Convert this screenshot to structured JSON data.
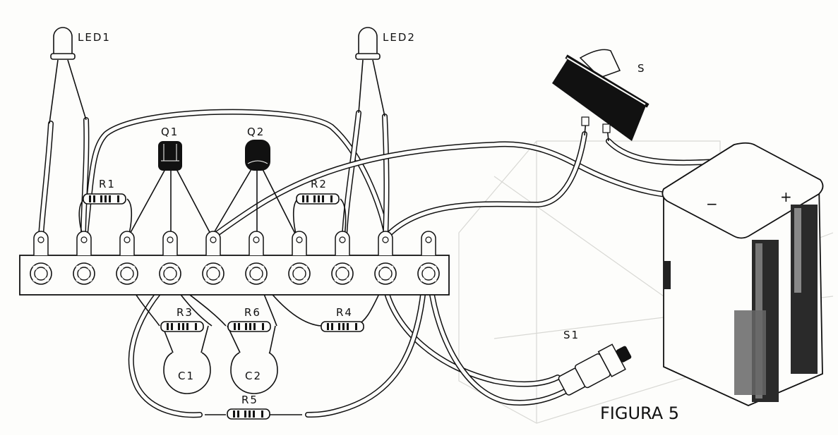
{
  "figure": {
    "caption": "FIGURA 5",
    "colors": {
      "ink": "#111111",
      "paper": "#fdfdfb",
      "ghost": "#d8d8d4"
    }
  },
  "components": {
    "led1": "LED1",
    "led2": "LED2",
    "switch_s": "S",
    "q1": "Q1",
    "q2": "Q2",
    "r1": "R1",
    "r2": "R2",
    "r3": "R3",
    "r4": "R4",
    "r5": "R5",
    "r6": "R6",
    "c1": "C1",
    "c2": "C2",
    "s1": "S1"
  },
  "battery": {
    "negative": "−",
    "positive": "+"
  },
  "terminal_strip": {
    "terminal_count": 10
  }
}
